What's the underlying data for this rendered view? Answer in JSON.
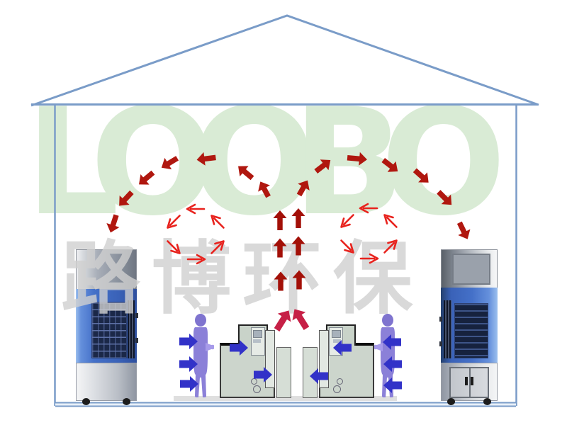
{
  "watermark": {
    "logo_text": "LOOBO",
    "logo_color": "#d9ebd5",
    "cn_text": "路博环保",
    "cn_color": "#d0d0d0"
  },
  "palette": {
    "house_outline": "#7a9cc8",
    "floor_fill": "#e8f0f8",
    "purifier_blue": "#4470c8",
    "purifier_grille": "#1b2848",
    "machine_body": "#ccd5cc",
    "worker_purple": "#8b80d8"
  },
  "airflow": {
    "groups": [
      {
        "name": "main-flow-left-arc",
        "type": "main",
        "color": "#b0170f",
        "arrows": [
          [
            373,
            267,
            -118,
            24
          ],
          [
            346,
            243,
            -140,
            26
          ],
          [
            291,
            224,
            173,
            27
          ],
          [
            239,
            230,
            149,
            26
          ],
          [
            206,
            252,
            140,
            26
          ],
          [
            177,
            281,
            133,
            26
          ],
          [
            160,
            316,
            108,
            26
          ]
        ]
      },
      {
        "name": "main-flow-right-arc",
        "type": "main",
        "color": "#b0170f",
        "arrows": [
          [
            428,
            265,
            -60,
            24
          ],
          [
            456,
            234,
            -38,
            26
          ],
          [
            504,
            224,
            5,
            28
          ],
          [
            551,
            234,
            38,
            26
          ],
          [
            595,
            249,
            42,
            26
          ],
          [
            628,
            280,
            45,
            26
          ],
          [
            654,
            326,
            64,
            26
          ]
        ]
      },
      {
        "name": "main-flow-rising-column",
        "type": "main",
        "color": "#a31008",
        "arrows": [
          [
            395,
            311,
            -90,
            28
          ],
          [
            421,
            308,
            -90,
            28
          ],
          [
            395,
            350,
            -90,
            27
          ],
          [
            421,
            347,
            -90,
            27
          ],
          [
            396,
            397,
            -90,
            27
          ],
          [
            422,
            395,
            -90,
            27
          ]
        ]
      },
      {
        "name": "exhaust-from-machines",
        "type": "exhaust",
        "color": "#c62046",
        "arrows": [
          [
            399,
            452,
            -58,
            32
          ],
          [
            424,
            450,
            -122,
            32
          ]
        ]
      },
      {
        "name": "circulation-loop-left",
        "type": "circulation",
        "color": "#e8231e",
        "arrows": [
          [
            276,
            295,
            180,
            24
          ],
          [
            245,
            313,
            135,
            24
          ],
          [
            245,
            349,
            45,
            24
          ],
          [
            277,
            366,
            0,
            24
          ],
          [
            307,
            349,
            -45,
            24
          ],
          [
            307,
            313,
            -135,
            24
          ]
        ]
      },
      {
        "name": "circulation-loop-right",
        "type": "circulation",
        "color": "#e8231e",
        "arrows": [
          [
            520,
            294,
            180,
            24
          ],
          [
            490,
            312,
            135,
            24
          ],
          [
            490,
            348,
            45,
            24
          ],
          [
            521,
            365,
            0,
            24
          ],
          [
            551,
            348,
            -45,
            24
          ],
          [
            551,
            312,
            -135,
            24
          ]
        ]
      },
      {
        "name": "machine-intake-blue",
        "type": "intake",
        "color": "#3232c8",
        "arrows": [
          [
            266,
            482,
            0,
            26
          ],
          [
            266,
            514,
            0,
            26
          ],
          [
            267,
            542,
            0,
            26
          ],
          [
            337,
            491,
            0,
            26
          ],
          [
            371,
            529,
            0,
            26
          ],
          [
            483,
            491,
            180,
            26
          ],
          [
            450,
            531,
            180,
            26
          ],
          [
            553,
            483,
            180,
            26
          ],
          [
            554,
            514,
            180,
            26
          ],
          [
            554,
            544,
            180,
            26
          ]
        ]
      }
    ]
  }
}
